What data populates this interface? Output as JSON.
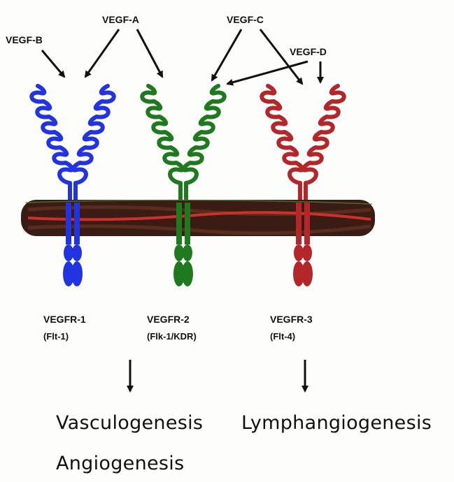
{
  "ligands": {
    "vegf_b": "VEGF-B",
    "vegf_a": "VEGF-A",
    "vegf_c": "VEGF-C",
    "vegf_d": "VEGF-D"
  },
  "receptors": [
    {
      "name": "VEGFR-1",
      "alias": "(Flt-1)",
      "color": "#2233e0"
    },
    {
      "name": "VEGFR-2",
      "alias": "(Flk-1/KDR)",
      "color": "#1f7a1f"
    },
    {
      "name": "VEGFR-3",
      "alias": "(Flt-4)",
      "color": "#b3262a"
    }
  ],
  "outcomes": {
    "left": "Vasculogenesis",
    "left_second": "Angiogenesis",
    "right": "Lymphangiogenesis"
  },
  "colors": {
    "membrane": "#3a1c14",
    "membrane_stripe": "#c8322a",
    "arrow": "#111111"
  }
}
